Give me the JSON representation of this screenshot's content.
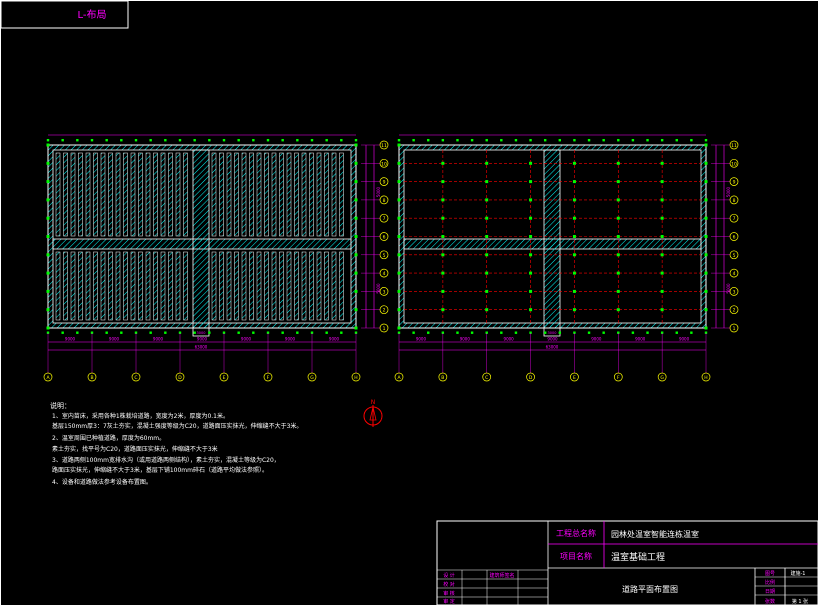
{
  "layout_tab": {
    "label": "L-布局"
  },
  "colors": {
    "background": "#000000",
    "frame": "#ffffff",
    "grid_axis": "#ff0000",
    "dimension": "#ff00ff",
    "hatch": "#00ffff",
    "bed": "#ffffff",
    "marker": "#00ff00",
    "axis_label": "#ffff00",
    "text": "#ffffff"
  },
  "left_plan": {
    "column_labels": [
      "A",
      "B",
      "C",
      "D",
      "E",
      "F",
      "G",
      "H"
    ],
    "row_labels": [
      "1",
      "2",
      "3",
      "4",
      "5",
      "6",
      "7",
      "8",
      "9",
      "10",
      "11"
    ],
    "width_dims": [
      "9000",
      "9000",
      "9000",
      "9000",
      "9000",
      "9000",
      "9000"
    ],
    "total_width": "63000",
    "gate_dim": "3000",
    "height_dims": [
      "5000",
      "5000"
    ]
  },
  "right_plan": {
    "column_labels": [
      "A",
      "B",
      "C",
      "D",
      "E",
      "F",
      "G",
      "H"
    ],
    "row_labels": [
      "1",
      "2",
      "3",
      "4",
      "5",
      "6",
      "7",
      "8",
      "9",
      "10",
      "11"
    ],
    "width_dims": [
      "9000",
      "9000",
      "9000",
      "9000",
      "9000",
      "9000",
      "9000"
    ],
    "total_width": "63000",
    "gate_dim": "3000",
    "height_dims": [
      "5000",
      "5000"
    ]
  },
  "north_symbol": {
    "label": "N"
  },
  "notes": {
    "heading": "说明：",
    "lines": [
      "1、室内苗床，采用各种1株栽培道路，宽度为2米，厚度为0.1米。",
      "   基层150mm厚3：7灰土夯实，混凝土强度等级为C20，道路面压实抹光，伸缩缝不大于3米。",
      "2、温室周围已种植道路，厚度为60mm。",
      "   素土夯实，找平号为C20，道路面压实抹光，伸缩缝不大于3米",
      "3、道路两侧100mm宽排水沟（或用道路两侧结构），素土夯实，混凝土等级为C20，",
      "   路面压实抹光，伸缩缝不大于3米，基层下铺100mm碎石（道路平均做法参照）。",
      "4、设备和道路做法参考设备布置图。"
    ]
  },
  "title_block": {
    "engineering_name_label": "工程总名称",
    "engineering_name_value": "园林处温室智能连栋温室",
    "project_name_label": "项目名称",
    "project_name_value": "温室基础工程",
    "drawing_title": "道路平面布置图",
    "sign_rows": [
      "设 计",
      "校 对",
      "审 核",
      "审 定"
    ],
    "sign_stamp": "建筑师签名",
    "right_labels": [
      "图号",
      "比例",
      "日期",
      "张数"
    ],
    "drawing_no": "建施-1",
    "sheet": "第 1 张"
  }
}
